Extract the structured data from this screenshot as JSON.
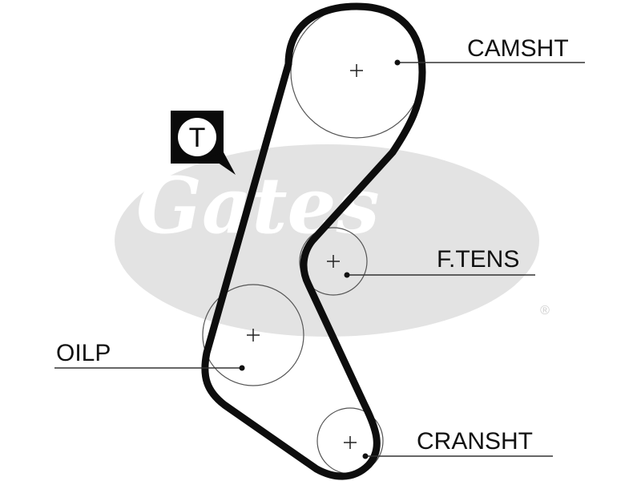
{
  "diagram": {
    "title": "Timing belt routing diagram",
    "watermark": {
      "brand": "Gates",
      "registered_mark": "®",
      "color": "#e3e3e3"
    },
    "belt_color": "#0d0d0d",
    "pulleys": [
      {
        "id": "camshaft",
        "label": "CAMSHT"
      },
      {
        "id": "tensioner",
        "label": "F.TENS"
      },
      {
        "id": "oil-pump",
        "label": "OILP"
      },
      {
        "id": "crankshaft",
        "label": "CRANSHT"
      }
    ],
    "tensioner_badge": {
      "letter": "T",
      "icon": "tensioner-callout-icon"
    },
    "center_marker": "+"
  }
}
